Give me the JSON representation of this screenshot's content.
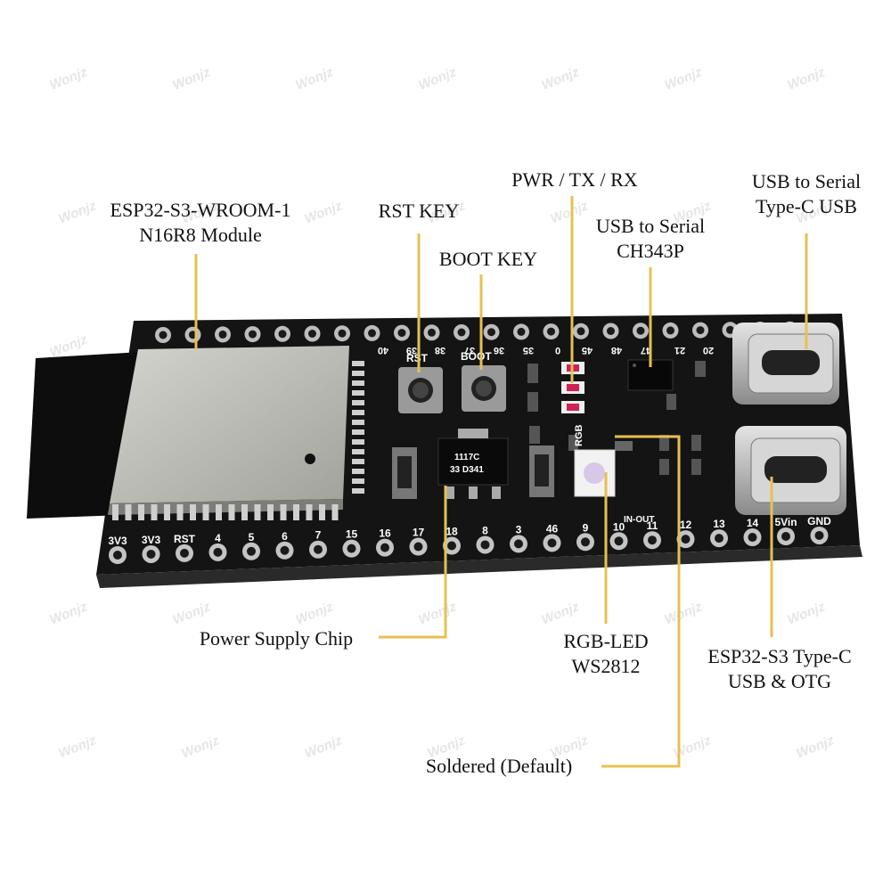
{
  "watermark": "Wonjz",
  "callouts": {
    "module": [
      "ESP32-S3-WROOM-1",
      "N16R8 Module"
    ],
    "rst_key": "RST KEY",
    "boot_key": "BOOT KEY",
    "pwr_tx_rx": "PWR / TX / RX",
    "usb_serial_chip": [
      "USB to Serial",
      "CH343P"
    ],
    "usb_serial_port": [
      "USB to Serial",
      "Type-C USB"
    ],
    "power_chip": "Power Supply Chip",
    "rgb_led": [
      "RGB-LED",
      "WS2812"
    ],
    "usb_otg": [
      "ESP32-S3 Type-C",
      "USB & OTG"
    ],
    "soldered": "Soldered (Default)"
  },
  "board": {
    "top_pins": [
      "40",
      "39",
      "38",
      "37",
      "36",
      "35",
      "0",
      "45",
      "48",
      "47",
      "21",
      "20"
    ],
    "bottom_pins": [
      "3V3",
      "3V3",
      "RST",
      "4",
      "5",
      "6",
      "7",
      "15",
      "16",
      "17",
      "18",
      "8",
      "3",
      "46",
      "9",
      "10",
      "11",
      "12",
      "13",
      "14",
      "5Vin",
      "GND"
    ],
    "rst_silk": "RST",
    "boot_silk": "BOOT",
    "rgb_silk": "RGB",
    "in_out_silk": "IN-OUT",
    "ldo_marking": [
      "1117C",
      "33  D341"
    ]
  },
  "colors": {
    "pcb": "#141414",
    "shield": "#b9b9b4",
    "callout_line": "#e8c050",
    "text": "#111111"
  }
}
